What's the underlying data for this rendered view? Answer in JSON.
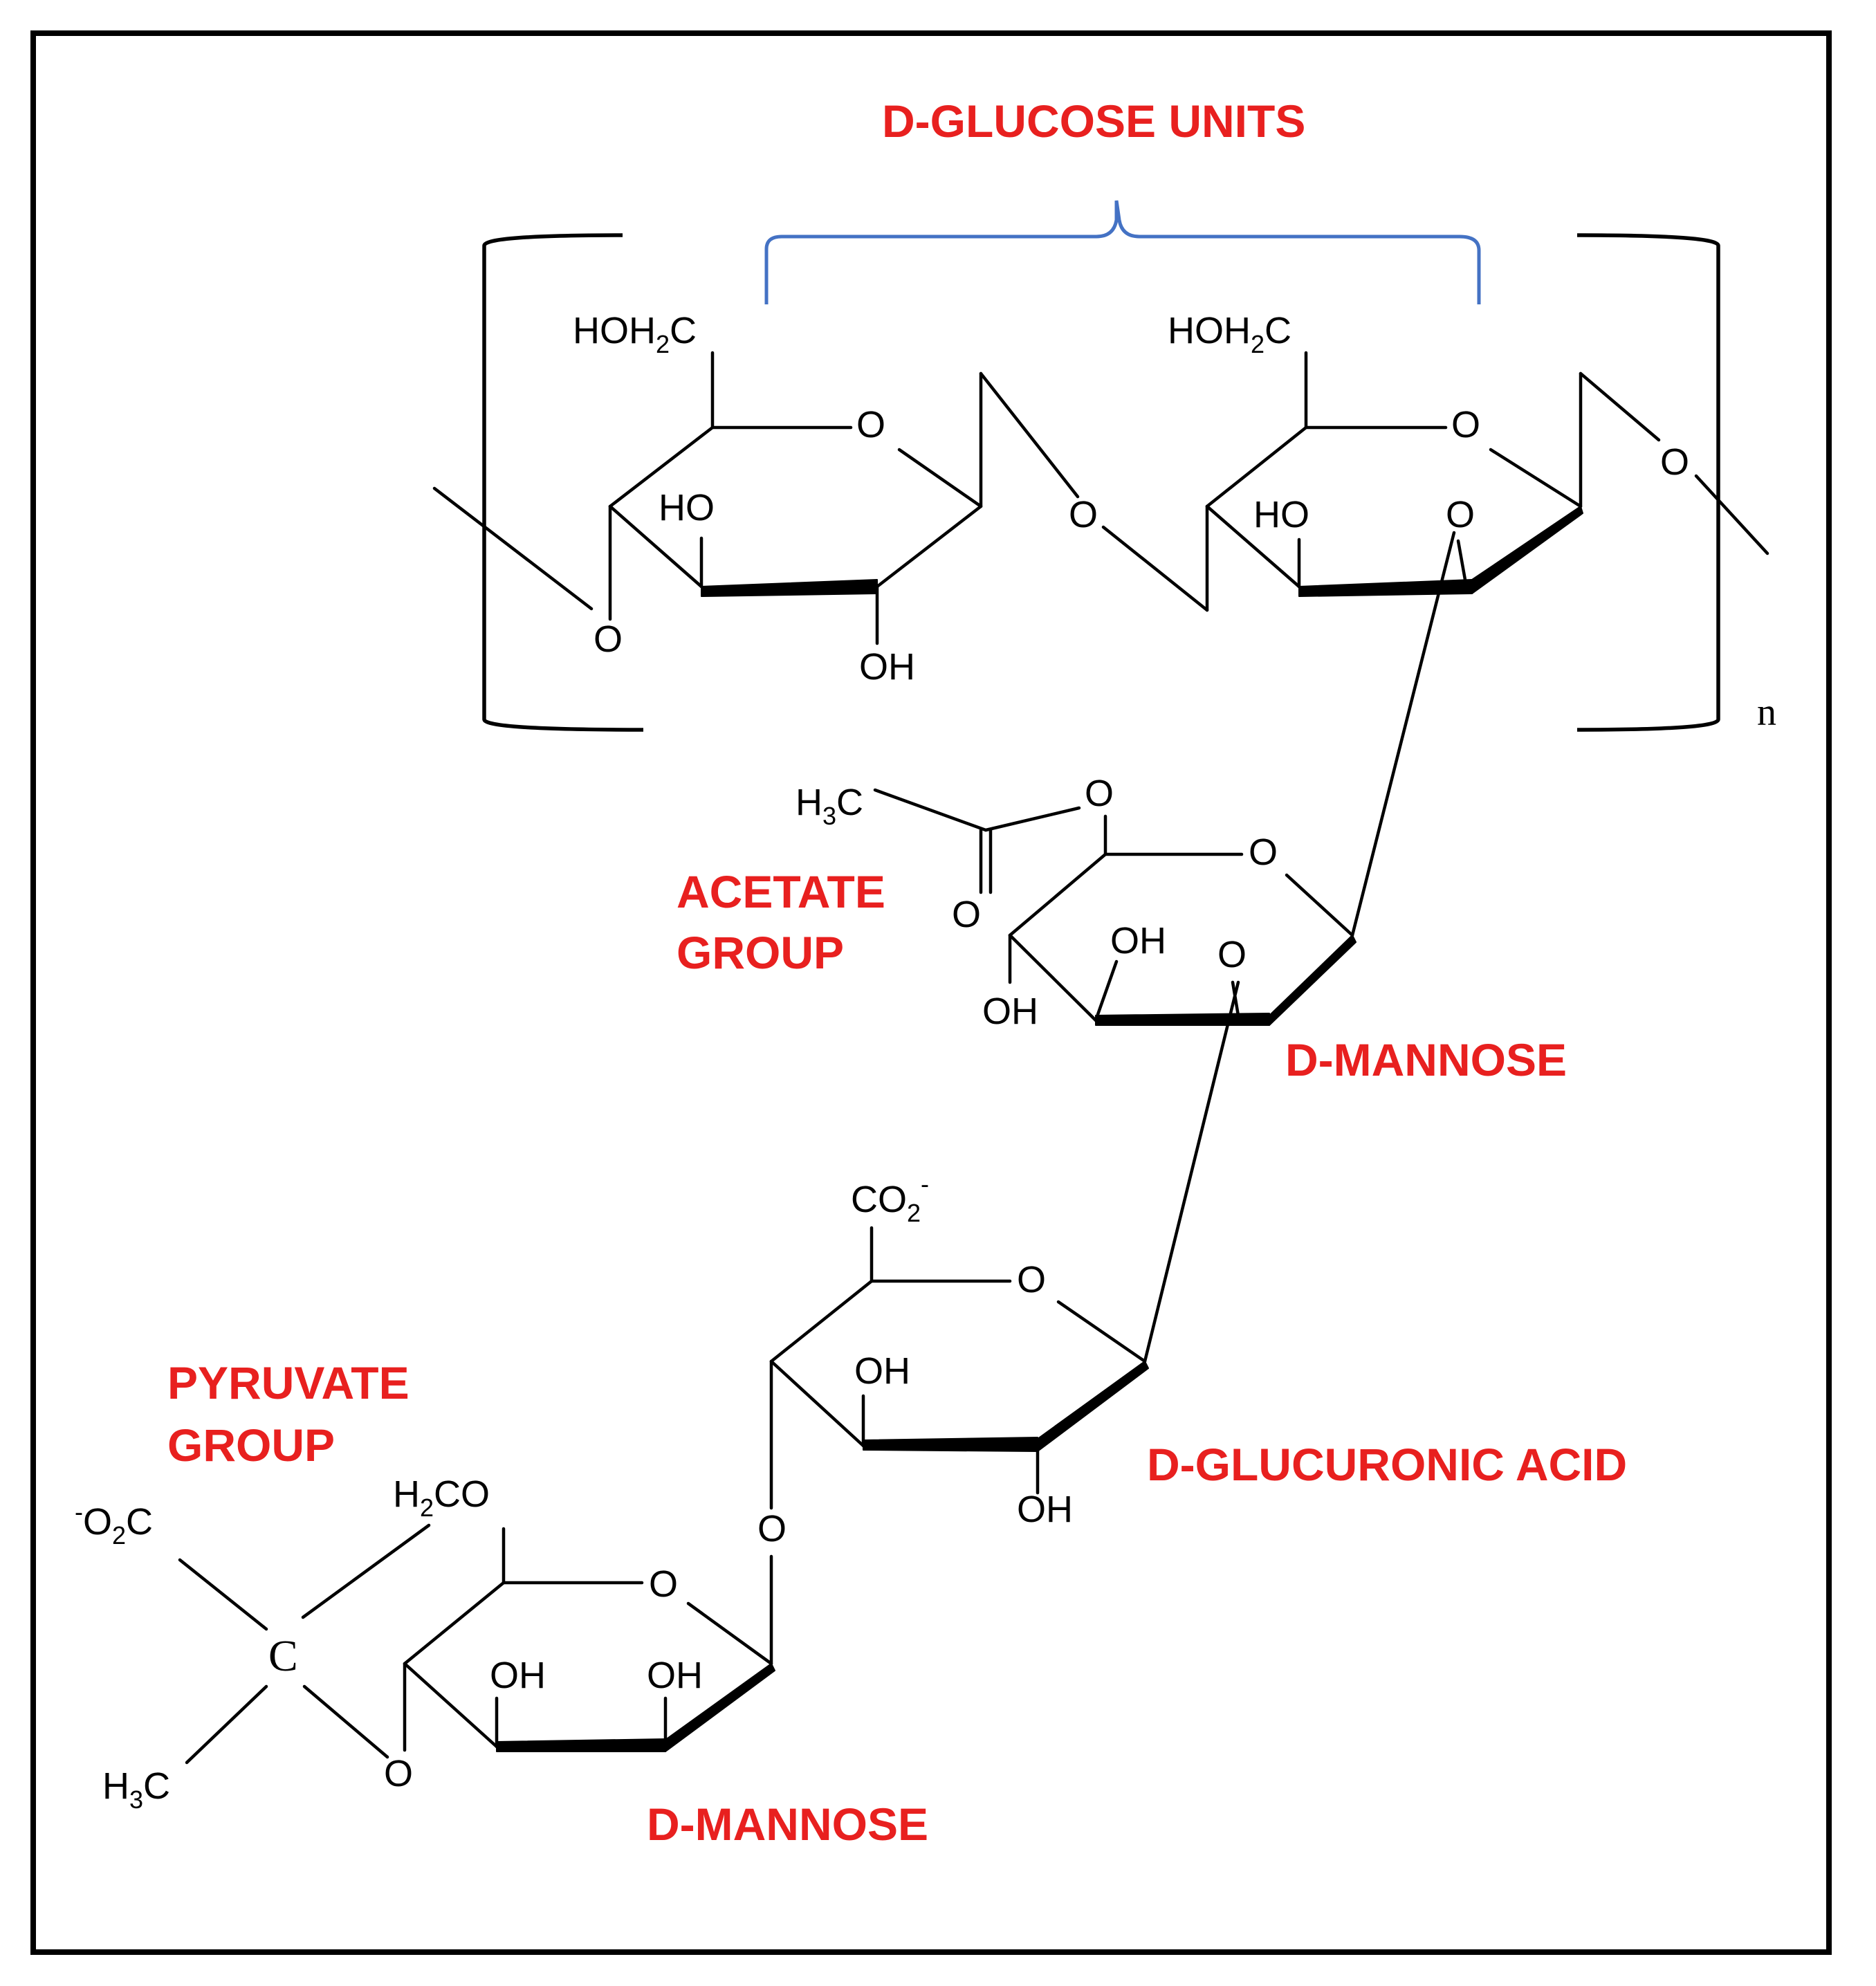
{
  "labels": {
    "d_glucose_units": "D-GLUCOSE UNITS",
    "acetate_line1": "ACETATE",
    "acetate_line2": "GROUP",
    "d_mannose_1": "D-MANNOSE",
    "d_glucuronic_acid": "D-GLUCURONIC ACID",
    "pyruvate_line1": "PYRUVATE",
    "pyruvate_line2": "GROUP",
    "d_mannose_2": "D-MANNOSE",
    "repeat_index": "n"
  },
  "atoms": {
    "hoh2c": "HOH",
    "hoh2c_sub": "2",
    "hoh2c_end": "C",
    "ho": "HO",
    "oh": "OH",
    "o": "O",
    "h3c_h": "H",
    "h3c_sub": "3",
    "h3c_c": "C",
    "co2_main": "CO",
    "co2_sub": "2",
    "co2_sup": "-",
    "carboxylate_sup": "-",
    "carboxylate_o": "O",
    "carboxylate_sub": "2",
    "carboxylate_c": "C",
    "h2co_h": "H",
    "h2co_sub": "2",
    "h2co_end": "CO",
    "carbon": "C"
  },
  "colors": {
    "label": "#e8201f",
    "brace": "#4472c4",
    "structure": "#000000"
  }
}
